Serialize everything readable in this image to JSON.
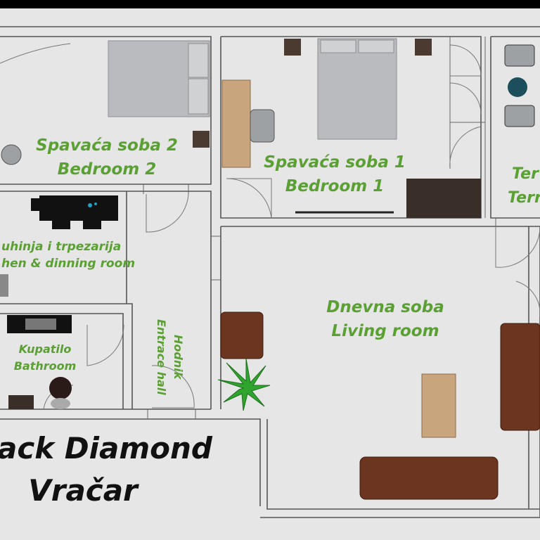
{
  "plan_title": {
    "line1": "ack Diamond",
    "line2": "Vračar"
  },
  "rooms": [
    {
      "id": "bedroom-2",
      "name_local": "Spavaća soba 2",
      "name_en": "Bedroom 2"
    },
    {
      "id": "bedroom-1",
      "name_local": "Spavaća soba 1",
      "name_en": "Bedroom 1"
    },
    {
      "id": "terrace",
      "name_local": "Ter",
      "name_en": "Terr"
    },
    {
      "id": "kitchen",
      "name_local": "uhinja i trpezarija",
      "name_en": "hen & dinning room"
    },
    {
      "id": "living-room",
      "name_local": "Dnevna soba",
      "name_en": "Living room"
    },
    {
      "id": "bathroom",
      "name_local": "Kupatilo",
      "name_en": "Bathroom"
    },
    {
      "id": "hallway",
      "name_local": "Hodnik",
      "name_en": "Entrace hall"
    }
  ],
  "colors": {
    "label_green": "#5aa032",
    "wall": "#555555",
    "floor": "#e6e6e6",
    "sofa_brown": "#6b3520",
    "wood": "#c8a57d",
    "bed_grey": "#b9bbbe",
    "plant_green": "#2fa52f"
  }
}
